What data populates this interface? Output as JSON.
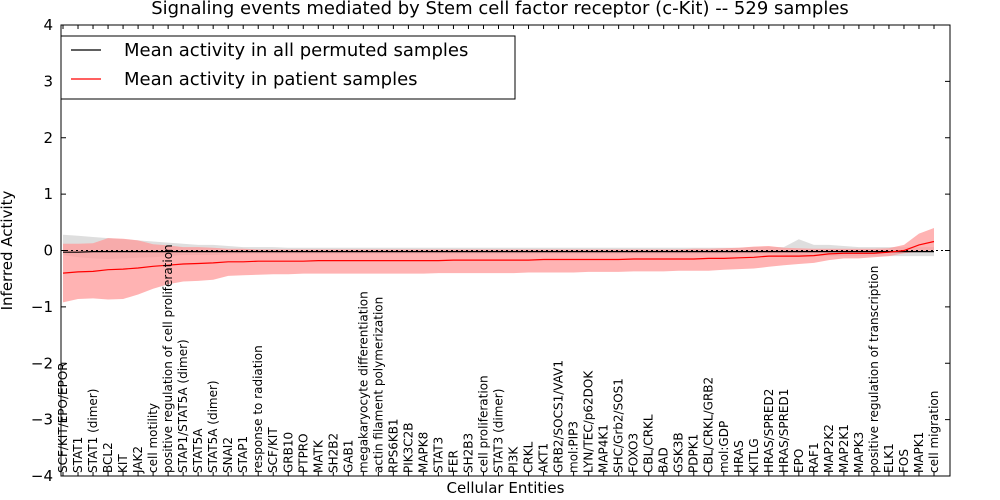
{
  "chart_data": {
    "type": "line",
    "title": "Signaling events mediated by Stem cell factor receptor (c-Kit) -- 529 samples",
    "xlabel": "Cellular Entities",
    "ylabel": "Inferred Activity",
    "ylim": [
      -4,
      4
    ],
    "yticks": [
      "4",
      "3",
      "2",
      "1",
      "0",
      "−1",
      "−2",
      "−3",
      "−4"
    ],
    "legend_position": "top-left",
    "grid": false,
    "colors": {
      "permuted": "#000000",
      "patient": "#ff0000",
      "permuted_band": "#c8c8c8",
      "patient_band": "#ff9a9a"
    },
    "categories": [
      "SCF/KIT/EPO/EPOR",
      "STAT1",
      "STAT1 (dimer)",
      "BCL2",
      "KIT",
      "JAK2",
      "cell motility",
      "positive regulation of cell proliferation",
      "STAP1/STAT5A (dimer)",
      "STAT5A",
      "STAT5A (dimer)",
      "SNAI2",
      "STAP1",
      "response to radiation",
      "SCF/KIT",
      "GRB10",
      "PTPRO",
      "MATK",
      "SH2B2",
      "GAB1",
      "megakaryocyte differentiation",
      "actin filament polymerization",
      "RPS6KB1",
      "PIK3C2B",
      "MAPK8",
      "STAT3",
      "FER",
      "SH2B3",
      "cell proliferation",
      "STAT3 (dimer)",
      "PI3K",
      "CRKL",
      "AKT1",
      "GRB2/SOCS1/VAV1",
      "mol:PIP3",
      "LYN/TEC/p62DOK",
      "MAP4K1",
      "SHC/Grb2/SOS1",
      "FOXO3",
      "CBL/CRKL",
      "BAD",
      "GSK3B",
      "PDPK1",
      "CBL/CRKL/GRB2",
      "mol:GDP",
      "HRAS",
      "KITLG",
      "HRAS/SPRED2",
      "HRAS/SPRED1",
      "EPO",
      "RAF1",
      "MAP2K2",
      "MAP2K1",
      "MAPK3",
      "positive regulation of transcription",
      "ELK1",
      "FOS",
      "MAPK1",
      "cell migration"
    ],
    "series": [
      {
        "name": "Mean activity in all permuted samples",
        "values": [
          -0.03,
          -0.03,
          -0.02,
          -0.02,
          -0.02,
          -0.02,
          -0.02,
          -0.02,
          -0.02,
          -0.02,
          -0.02,
          -0.02,
          -0.02,
          -0.02,
          -0.02,
          -0.02,
          -0.02,
          -0.02,
          -0.02,
          -0.02,
          -0.02,
          -0.02,
          -0.02,
          -0.02,
          -0.02,
          -0.02,
          -0.02,
          -0.02,
          -0.02,
          -0.02,
          -0.02,
          -0.02,
          -0.02,
          -0.02,
          -0.02,
          -0.02,
          -0.02,
          -0.02,
          -0.02,
          -0.02,
          -0.02,
          -0.02,
          -0.02,
          -0.02,
          -0.02,
          -0.02,
          -0.02,
          -0.02,
          -0.02,
          -0.02,
          -0.02,
          -0.02,
          -0.02,
          -0.02,
          -0.02,
          -0.02,
          -0.02,
          -0.02,
          -0.02
        ],
        "lower": [
          -0.08,
          -0.12,
          -0.14,
          -0.15,
          -0.14,
          -0.13,
          -0.12,
          -0.1,
          -0.08,
          -0.08,
          -0.08,
          -0.07,
          -0.06,
          -0.06,
          -0.06,
          -0.06,
          -0.06,
          -0.06,
          -0.06,
          -0.06,
          -0.06,
          -0.06,
          -0.06,
          -0.06,
          -0.06,
          -0.06,
          -0.06,
          -0.06,
          -0.06,
          -0.06,
          -0.06,
          -0.06,
          -0.06,
          -0.06,
          -0.06,
          -0.06,
          -0.06,
          -0.06,
          -0.06,
          -0.06,
          -0.06,
          -0.06,
          -0.06,
          -0.06,
          -0.06,
          -0.06,
          -0.06,
          -0.06,
          -0.08,
          -0.1,
          -0.1,
          -0.1,
          -0.1,
          -0.1,
          -0.1,
          -0.1,
          -0.1,
          -0.1,
          -0.1
        ],
        "upper": [
          0.28,
          0.26,
          0.24,
          0.22,
          0.2,
          0.18,
          0.16,
          0.14,
          0.12,
          0.1,
          0.1,
          0.08,
          0.06,
          0.06,
          0.06,
          0.05,
          0.05,
          0.05,
          0.05,
          0.05,
          0.05,
          0.05,
          0.05,
          0.05,
          0.05,
          0.05,
          0.05,
          0.05,
          0.05,
          0.05,
          0.05,
          0.05,
          0.05,
          0.05,
          0.05,
          0.05,
          0.05,
          0.05,
          0.05,
          0.05,
          0.05,
          0.05,
          0.05,
          0.05,
          0.05,
          0.05,
          0.06,
          0.06,
          0.06,
          0.2,
          0.1,
          0.1,
          0.08,
          0.06,
          0.06,
          0.06,
          0.06,
          0.06,
          0.06
        ]
      },
      {
        "name": "Mean activity in patient samples",
        "values": [
          -0.4,
          -0.38,
          -0.37,
          -0.34,
          -0.33,
          -0.31,
          -0.28,
          -0.26,
          -0.24,
          -0.23,
          -0.22,
          -0.2,
          -0.2,
          -0.19,
          -0.19,
          -0.19,
          -0.19,
          -0.18,
          -0.18,
          -0.18,
          -0.18,
          -0.18,
          -0.18,
          -0.18,
          -0.18,
          -0.18,
          -0.17,
          -0.17,
          -0.17,
          -0.17,
          -0.17,
          -0.17,
          -0.16,
          -0.16,
          -0.16,
          -0.16,
          -0.16,
          -0.16,
          -0.15,
          -0.15,
          -0.15,
          -0.15,
          -0.15,
          -0.14,
          -0.14,
          -0.13,
          -0.12,
          -0.1,
          -0.1,
          -0.1,
          -0.09,
          -0.06,
          -0.05,
          -0.05,
          -0.05,
          -0.03,
          0.0,
          0.1,
          0.16
        ],
        "lower": [
          -0.92,
          -0.86,
          -0.85,
          -0.87,
          -0.86,
          -0.78,
          -0.68,
          -0.6,
          -0.55,
          -0.54,
          -0.52,
          -0.45,
          -0.44,
          -0.43,
          -0.42,
          -0.42,
          -0.41,
          -0.41,
          -0.41,
          -0.41,
          -0.41,
          -0.41,
          -0.41,
          -0.41,
          -0.41,
          -0.4,
          -0.4,
          -0.4,
          -0.4,
          -0.4,
          -0.4,
          -0.39,
          -0.39,
          -0.39,
          -0.39,
          -0.38,
          -0.38,
          -0.38,
          -0.37,
          -0.37,
          -0.37,
          -0.36,
          -0.36,
          -0.36,
          -0.34,
          -0.33,
          -0.32,
          -0.29,
          -0.26,
          -0.24,
          -0.22,
          -0.17,
          -0.14,
          -0.14,
          -0.12,
          -0.1,
          -0.05,
          -0.02,
          0.0
        ],
        "upper": [
          0.12,
          0.12,
          0.13,
          0.22,
          0.21,
          0.18,
          0.11,
          0.09,
          0.06,
          0.06,
          0.05,
          0.03,
          0.03,
          0.02,
          0.02,
          0.02,
          0.02,
          0.02,
          0.02,
          0.02,
          0.02,
          0.02,
          0.02,
          0.02,
          0.02,
          0.02,
          0.02,
          0.02,
          0.02,
          0.02,
          0.02,
          0.02,
          0.02,
          0.02,
          0.02,
          0.02,
          0.02,
          0.02,
          0.02,
          0.02,
          0.02,
          0.02,
          0.03,
          0.03,
          0.04,
          0.05,
          0.07,
          0.08,
          0.05,
          0.04,
          0.03,
          0.03,
          0.03,
          0.03,
          0.03,
          0.04,
          0.1,
          0.3,
          0.4
        ]
      }
    ]
  }
}
